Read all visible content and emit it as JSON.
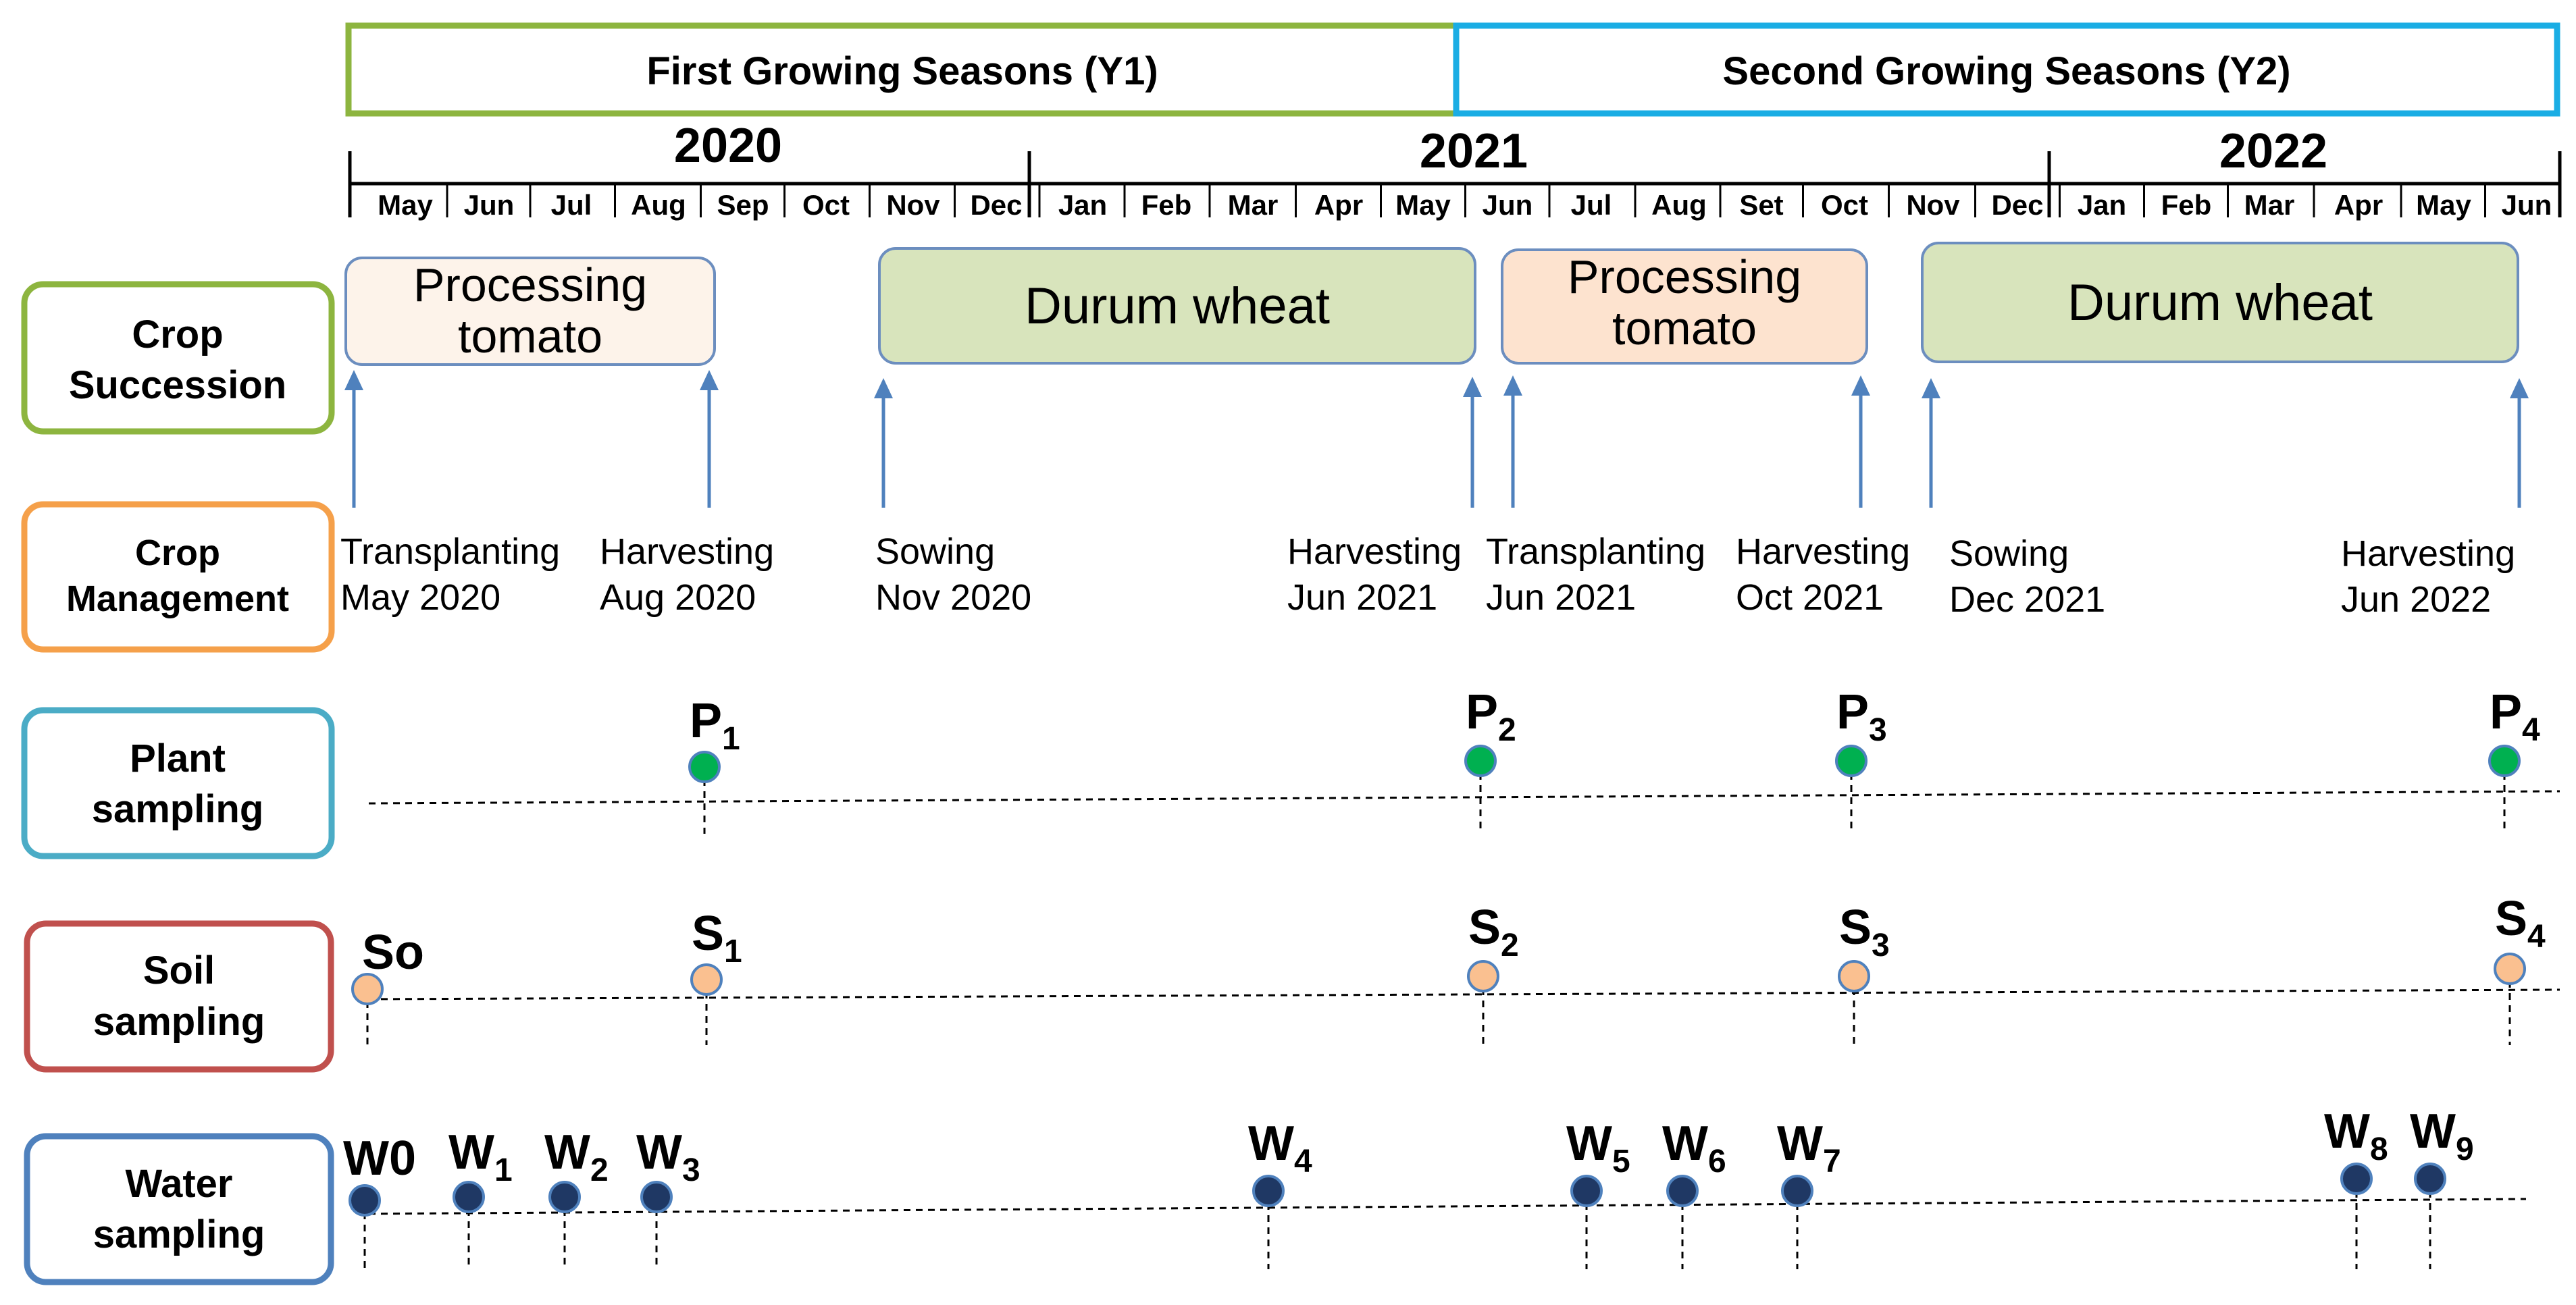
{
  "seasons": [
    {
      "label": "First Growing Seasons (Y1)",
      "color": "#8DB53F"
    },
    {
      "label": "Second Growing Seasons (Y2)",
      "color": "#1AADE4"
    }
  ],
  "years": [
    "2020",
    "2021",
    "2022"
  ],
  "months": [
    "May",
    "Jun",
    "Jul",
    "Aug",
    "Sep",
    "Oct",
    "Nov",
    "Dec",
    "Jan",
    "Feb",
    "Mar",
    "Apr",
    "May",
    "Jun",
    "Jul",
    "Aug",
    "Set",
    "Oct",
    "Nov",
    "Dec",
    "Jan",
    "Feb",
    "Mar",
    "Apr",
    "May",
    "Jun"
  ],
  "row_labels": {
    "crop_succession": [
      "Crop",
      "Succession"
    ],
    "crop_management": [
      "Crop",
      "Management"
    ],
    "plant_sampling": [
      "Plant",
      "sampling"
    ],
    "soil_sampling": [
      "Soil",
      "sampling"
    ],
    "water_sampling": [
      "Water",
      "sampling"
    ]
  },
  "row_colors": {
    "crop_succession": "#8DB53F",
    "crop_management": "#F5A04A",
    "plant_sampling": "#4BACC6",
    "soil_sampling": "#C0504D",
    "water_sampling": "#4F81BD"
  },
  "crops": [
    {
      "lines": [
        "Processing",
        "tomato"
      ],
      "fill": "#FDF3EA"
    },
    {
      "lines": [
        "Durum wheat"
      ],
      "fill": "#D8E4BC"
    },
    {
      "lines": [
        "Processing",
        "tomato"
      ],
      "fill": "#FDE3CF"
    },
    {
      "lines": [
        "Durum wheat"
      ],
      "fill": "#D8E4BC"
    }
  ],
  "management": [
    {
      "action": "Transplanting",
      "date": "May 2020"
    },
    {
      "action": "Harvesting",
      "date": "Aug 2020"
    },
    {
      "action": "Sowing",
      "date": "Nov 2020"
    },
    {
      "action": "Harvesting",
      "date": "Jun 2021"
    },
    {
      "action": "Transplanting",
      "date": "Jun 2021"
    },
    {
      "action": "Harvesting",
      "date": "Oct 2021"
    },
    {
      "action": "Sowing",
      "date": "Dec 2021"
    },
    {
      "action": "Harvesting",
      "date": "Jun 2022"
    }
  ],
  "plant_points": [
    {
      "letter": "P",
      "sub": "1"
    },
    {
      "letter": "P",
      "sub": "2"
    },
    {
      "letter": "P",
      "sub": "3"
    },
    {
      "letter": "P",
      "sub": "4"
    }
  ],
  "soil_points": [
    {
      "letter": "So",
      "sub": ""
    },
    {
      "letter": "S",
      "sub": "1"
    },
    {
      "letter": "S",
      "sub": "2"
    },
    {
      "letter": "S",
      "sub": "3"
    },
    {
      "letter": "S",
      "sub": "4"
    }
  ],
  "water_points": [
    {
      "letter": "W0",
      "sub": ""
    },
    {
      "letter": "W",
      "sub": "1"
    },
    {
      "letter": "W",
      "sub": "2"
    },
    {
      "letter": "W",
      "sub": "3"
    },
    {
      "letter": "W",
      "sub": "4"
    },
    {
      "letter": "W",
      "sub": "5"
    },
    {
      "letter": "W",
      "sub": "6"
    },
    {
      "letter": "W",
      "sub": "7"
    },
    {
      "letter": "W",
      "sub": "8"
    },
    {
      "letter": "W",
      "sub": "9"
    }
  ],
  "colors": {
    "arrow": "#4F81BD",
    "crop_border": "#6C8EBF",
    "plant_dot": "#00B050",
    "soil_dot": "#FAC090",
    "water_dot": "#1F3864",
    "dot_stroke": "#4F81BD",
    "text": "#000000"
  }
}
